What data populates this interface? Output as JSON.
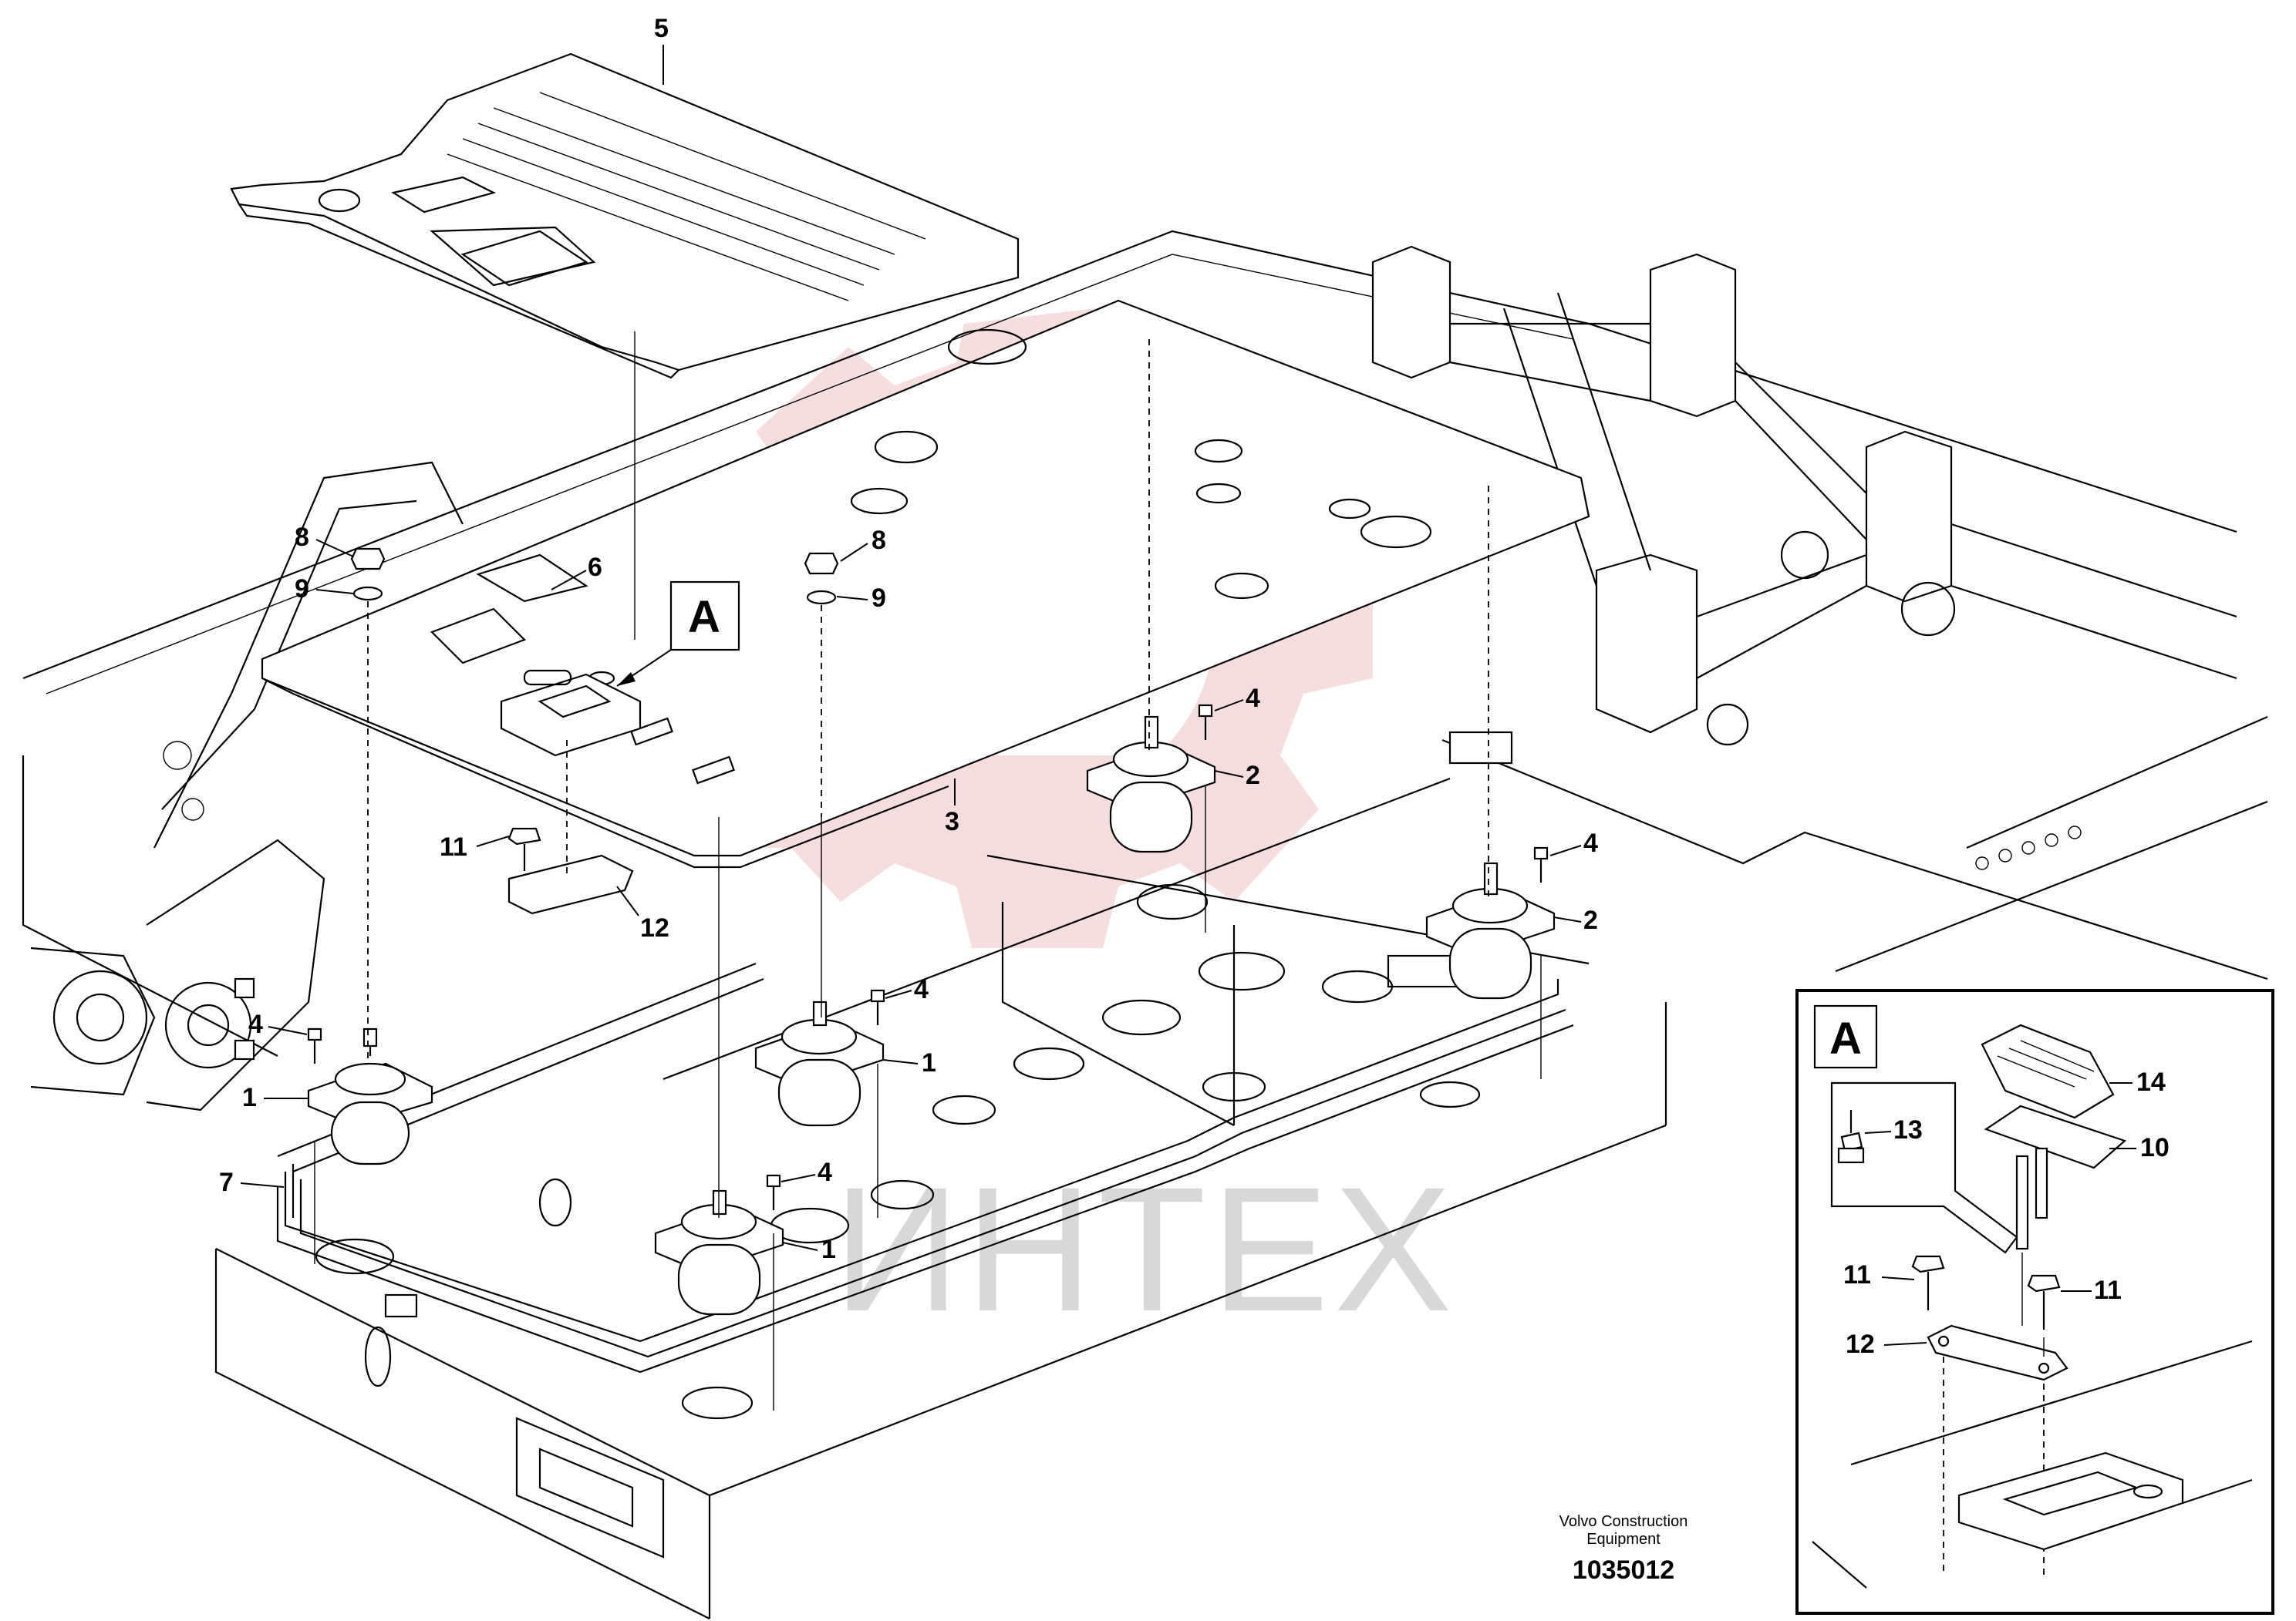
{
  "drawing": {
    "maker": "Volvo Construction",
    "maker_line2": "Equipment",
    "doc_number": "1035012",
    "watermark": "ИНТЕХ"
  },
  "detail": {
    "letter": "A"
  },
  "callouts": {
    "c1": "1",
    "c2": "2",
    "c3": "3",
    "c4": "4",
    "c5": "5",
    "c6": "6",
    "c7": "7",
    "c8": "8",
    "c9": "9",
    "c10": "10",
    "c11": "11",
    "c12": "12",
    "c13": "13",
    "c14": "14"
  },
  "colors": {
    "line": "#000000",
    "watermark_red": "#e8a0a0",
    "watermark_gray": "#c8c8c8"
  }
}
